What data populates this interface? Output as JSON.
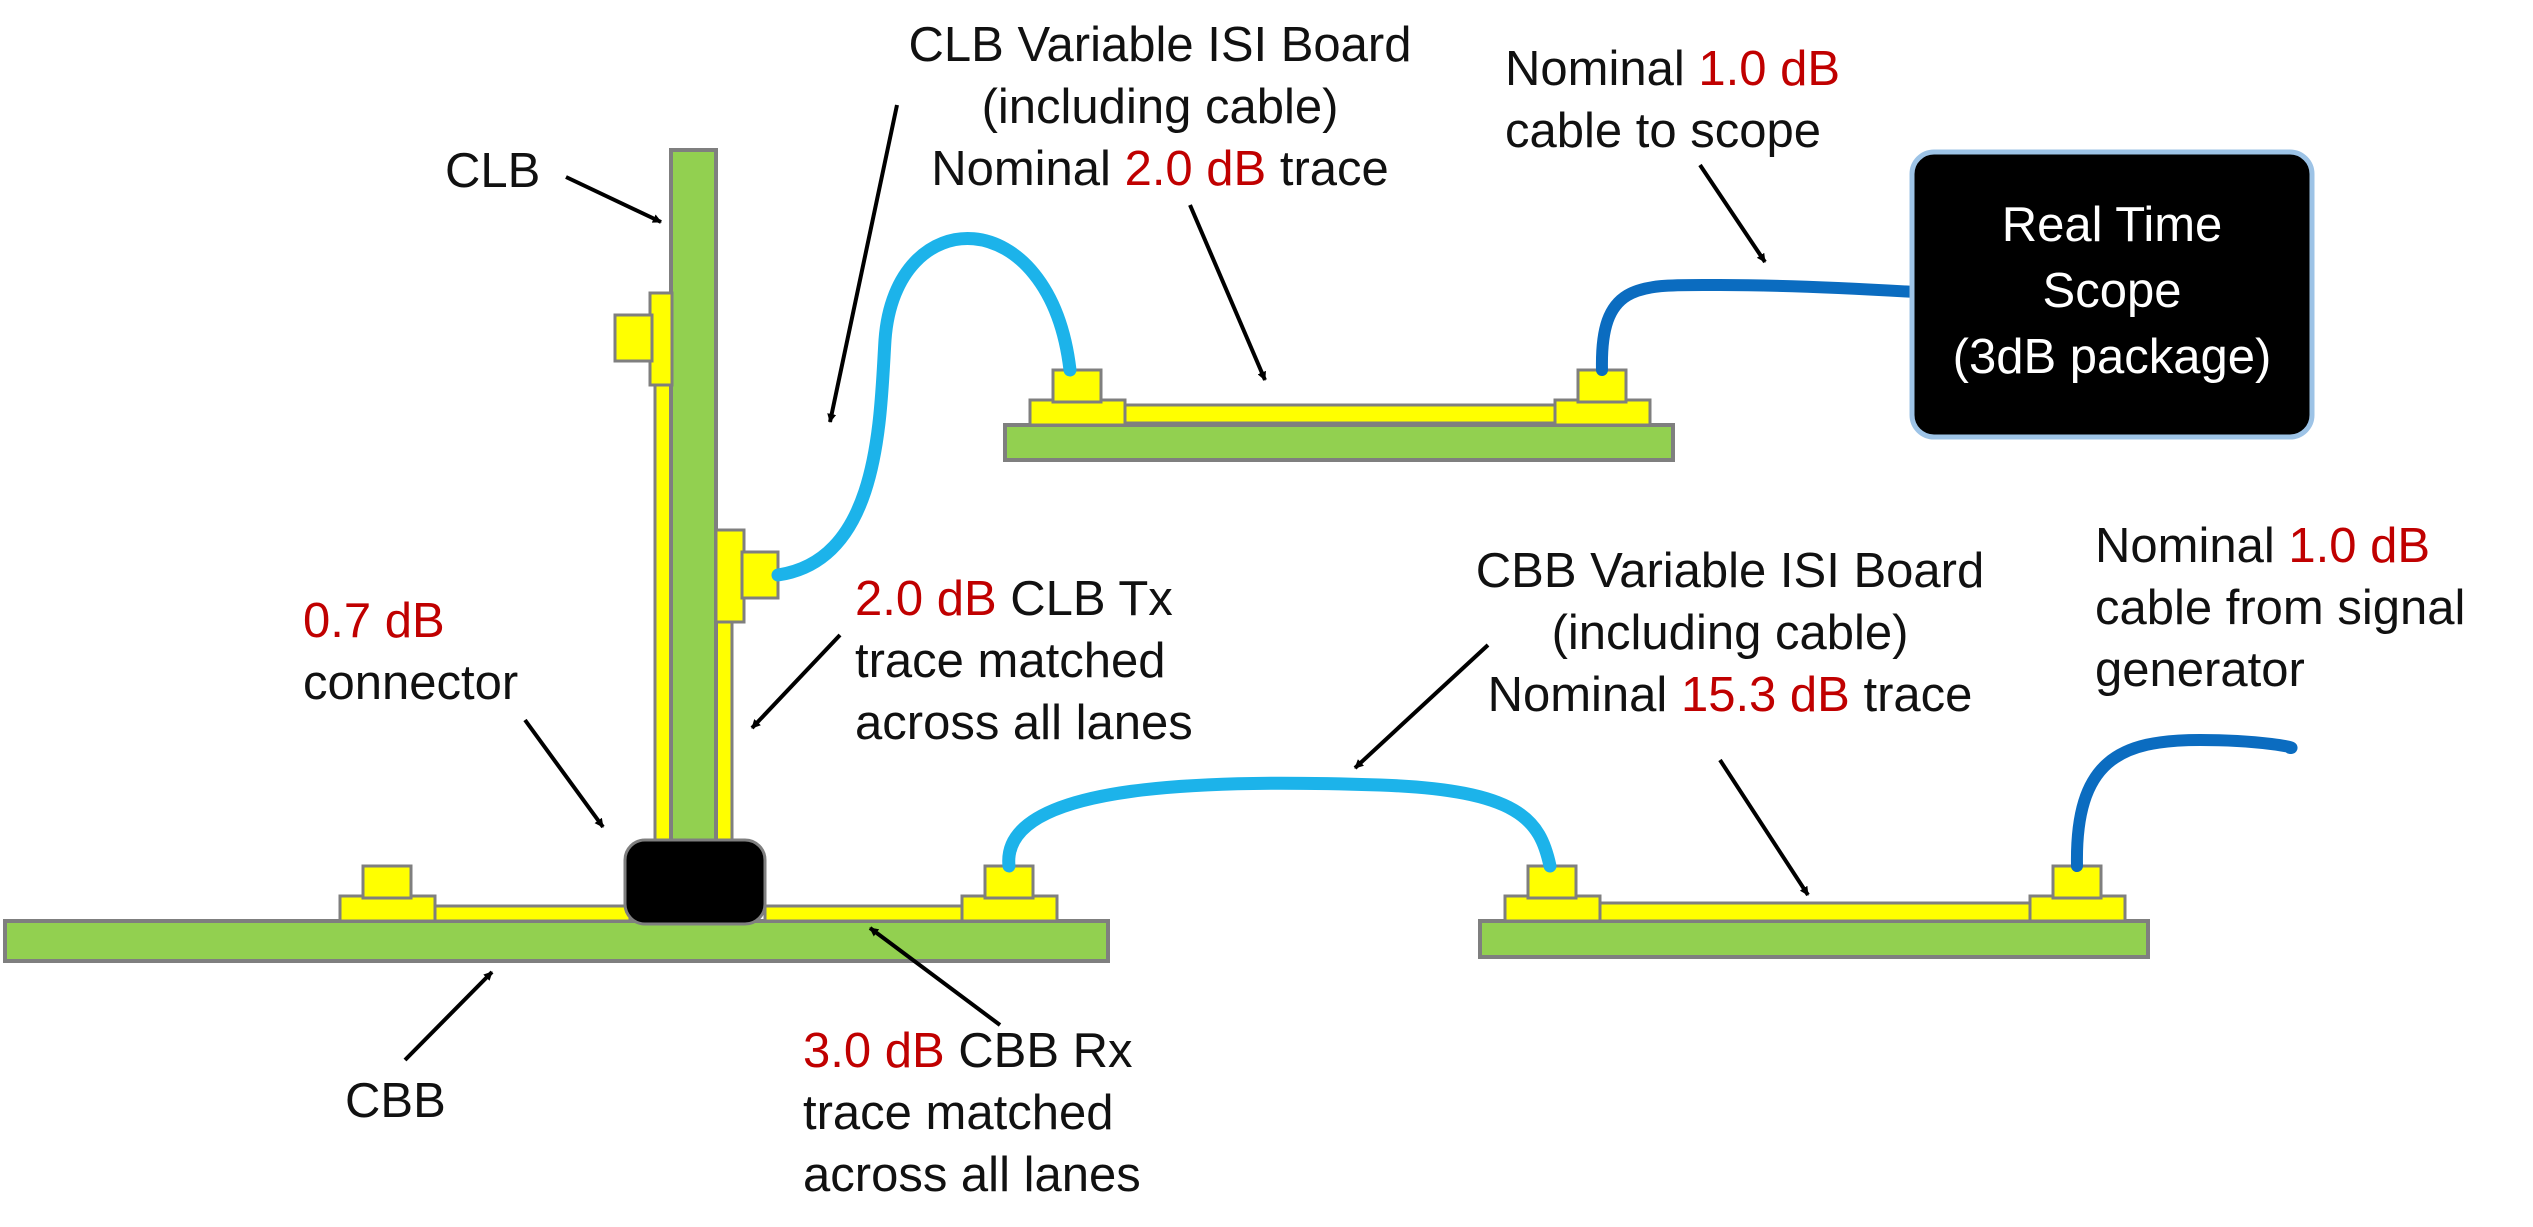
{
  "colors": {
    "board": "#92d050",
    "pad": "#ffff00",
    "outline": "#7f7f7f",
    "cable_light": "#1cb3ea",
    "cable_dark": "#0b6cc0",
    "connector": "#000000",
    "scope_bg": "#000000",
    "scope_border": "#9dc3e6",
    "highlight_text": "#c00000"
  },
  "labels": {
    "clb": "CLB",
    "cbb": "CBB",
    "connector": {
      "value": "0.7 dB",
      "text": "connector"
    },
    "clb_isi": {
      "line1": "CLB Variable ISI Board",
      "line2": "(including cable)",
      "line3_pre": "Nominal ",
      "line3_value": "2.0 dB",
      "line3_post": " trace"
    },
    "scope_cable": {
      "line1_pre": "Nominal ",
      "line1_value": "1.0 dB",
      "line2": "cable to scope"
    },
    "scope": {
      "line1": "Real Time",
      "line2": "Scope",
      "line3": "(3dB package)"
    },
    "clb_tx": {
      "line1_value": "2.0 dB",
      "line1_post": " CLB Tx",
      "line2": "trace matched",
      "line3": "across all lanes"
    },
    "cbb_isi": {
      "line1": "CBB Variable ISI Board",
      "line2": "(including cable)",
      "line3_pre": "Nominal ",
      "line3_value": "15.3 dB",
      "line3_post": " trace"
    },
    "gen_cable": {
      "line1_pre": "Nominal ",
      "line1_value": "1.0 dB",
      "line2": "cable from signal",
      "line3": "generator"
    },
    "cbb_rx": {
      "line1_value": "3.0 dB",
      "line1_post": " CBB Rx",
      "line2": "trace matched",
      "line3": "across all lanes"
    }
  }
}
